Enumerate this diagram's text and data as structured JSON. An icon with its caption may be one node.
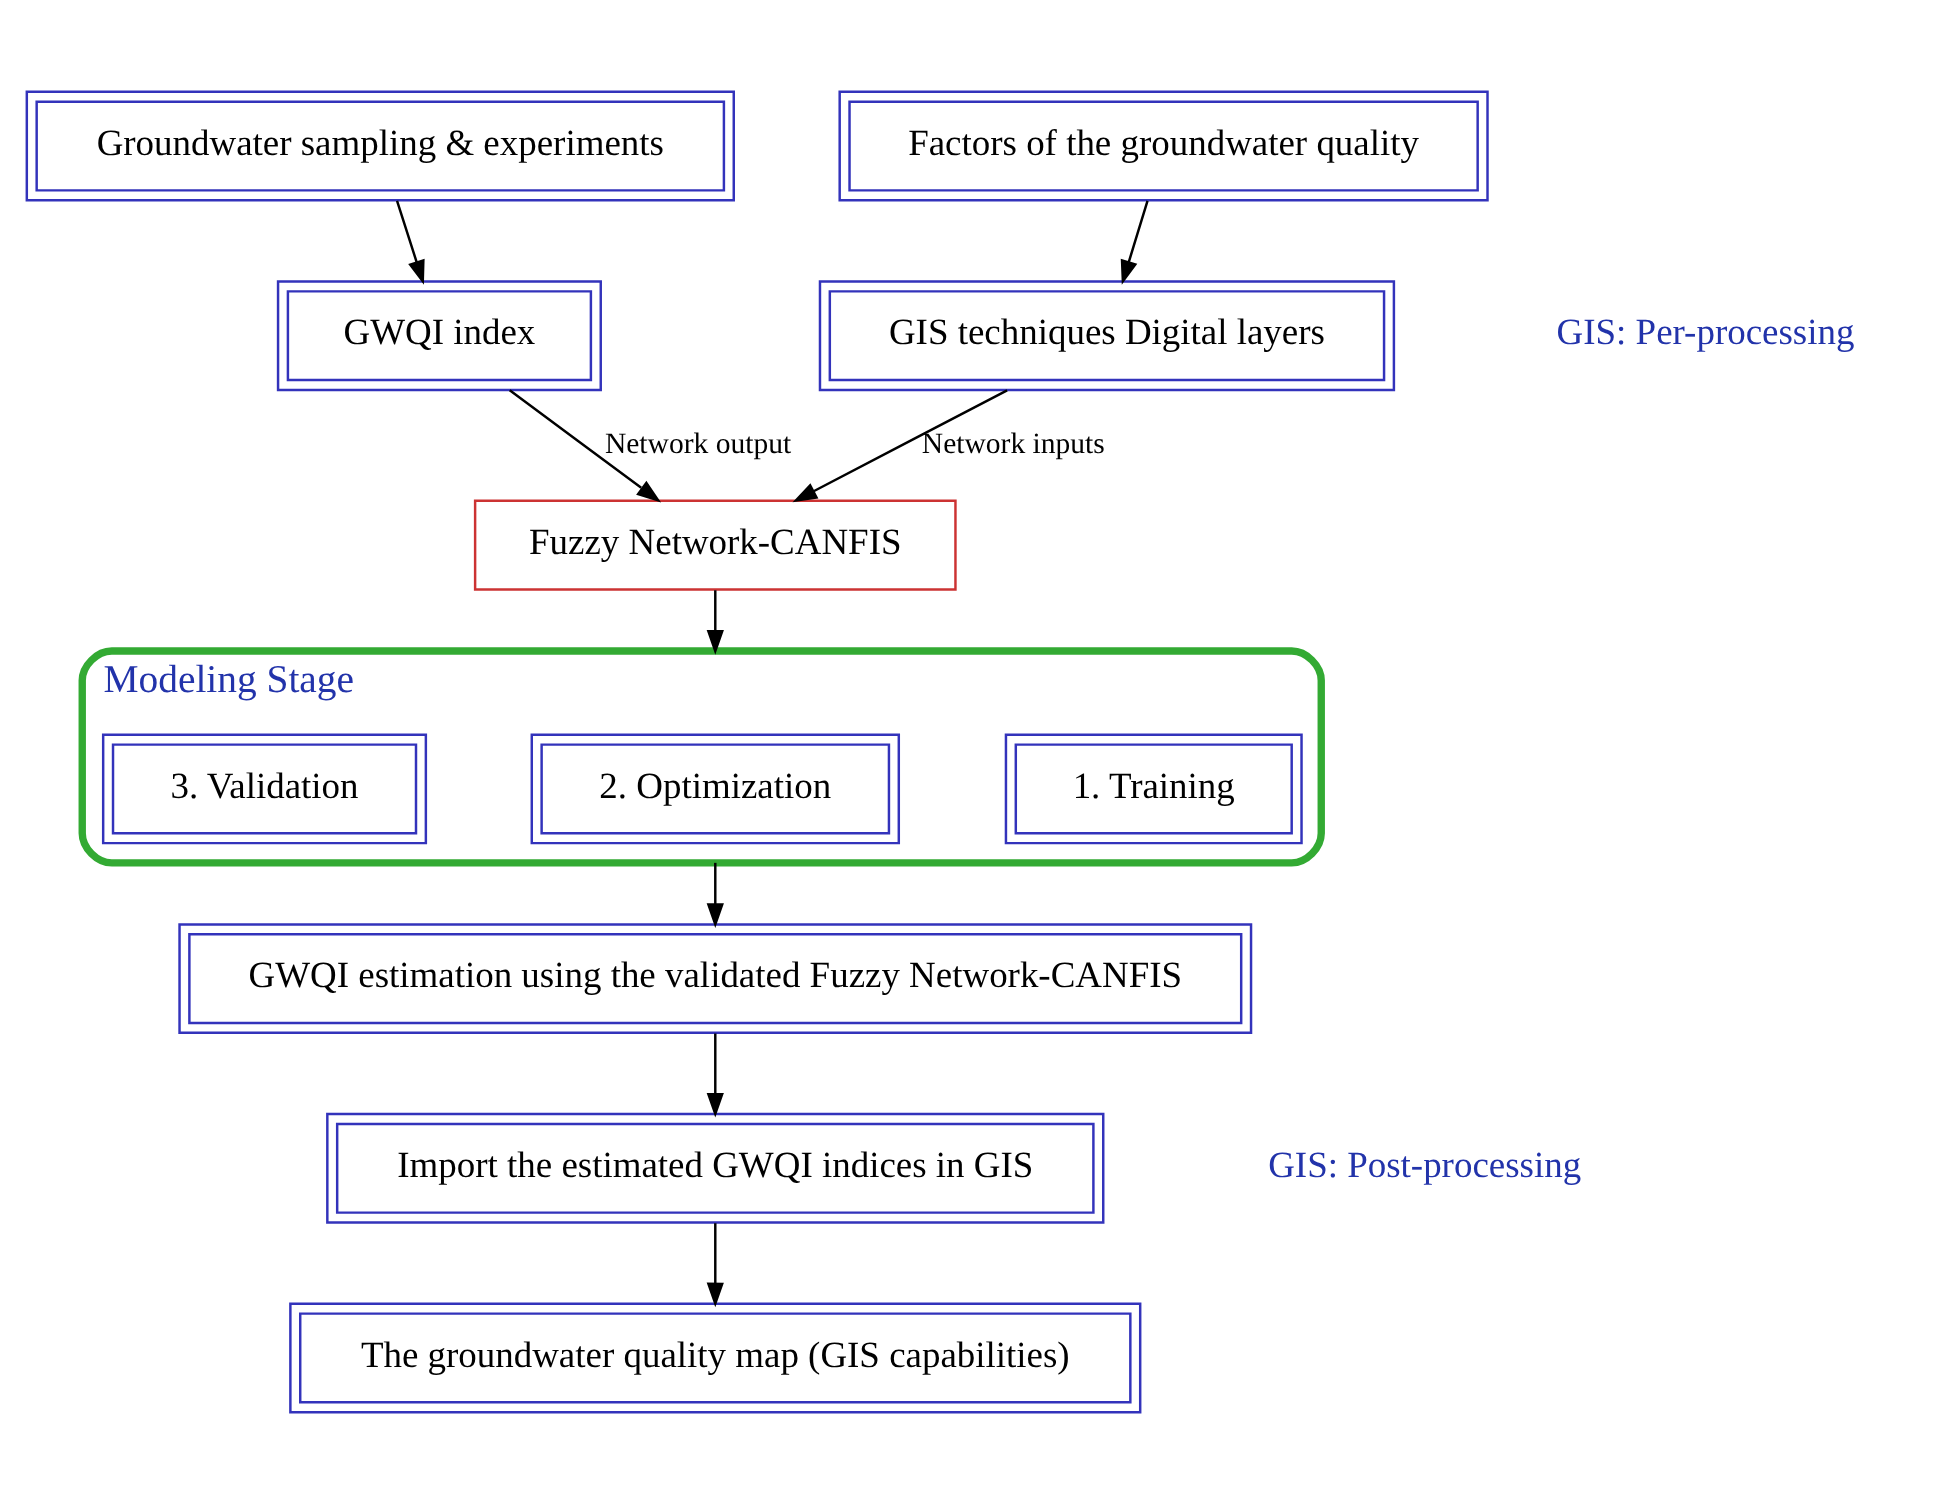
{
  "diagram": {
    "nodes": [
      {
        "text": [
          "Groundwater sampling & experiments"
        ]
      },
      {
        "text": [
          "GWQI index"
        ]
      },
      {
        "text": [
          "Factors of the groundwater quality"
        ]
      },
      {
        "text": [
          "GIS techniques Digital layers"
        ]
      },
      {
        "text": [
          "Fuzzy Network-CANFIS"
        ]
      },
      {
        "text": [
          "Modeling Stage"
        ]
      },
      {
        "text": [
          "1. Training"
        ],
        "in": 5
      },
      {
        "text": [
          "2. Optimization"
        ],
        "in": 5
      },
      {
        "text": [
          "3. Validation"
        ],
        "in": 5
      },
      {
        "text": [
          "GWQI estimation using the validated Fuzzy Network-CANFIS"
        ]
      },
      {
        "text": [
          "Import the estimated GWQI indices in GIS"
        ]
      },
      {
        "text": [
          "The groundwater quality map (GIS capabilities)"
        ]
      }
    ],
    "edges": [
      {
        "from": 0,
        "to": 1,
        "arrow": "to"
      },
      {
        "from": 2,
        "to": 3,
        "arrow": "to"
      },
      {
        "from": 1,
        "to": 4,
        "arrow": "to",
        "label": "Network output"
      },
      {
        "from": 3,
        "to": 4,
        "arrow": "to",
        "label": "Network inputs"
      },
      {
        "from": 4,
        "to": 5,
        "arrow": "to"
      },
      {
        "from": 5,
        "to": 9,
        "arrow": "to"
      },
      {
        "from": 9,
        "to": 10,
        "arrow": "to"
      },
      {
        "from": 10,
        "to": 11,
        "arrow": "to"
      }
    ],
    "labels": [
      "GIS: Per-processing",
      "GIS: Post-processing"
    ]
  }
}
